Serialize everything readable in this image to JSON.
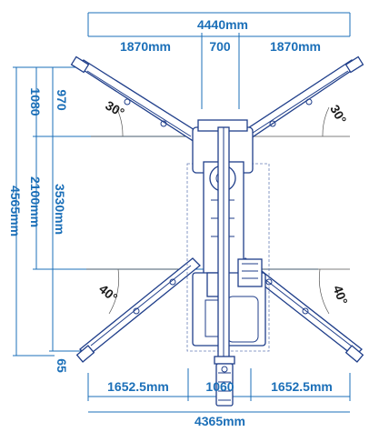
{
  "dimensions": {
    "top_total": "4440mm",
    "top_left": "1870mm",
    "top_center": "700",
    "top_right": "1870mm",
    "left_total": "4565mm",
    "left_mid_total": "3530mm",
    "left_upper": "1080",
    "left_upper_small": "970",
    "left_middle": "2100mm",
    "left_lower_small": "65",
    "bottom_total": "4365mm",
    "bottom_left": "1652.5mm",
    "bottom_center": "1060",
    "bottom_right": "1652.5mm"
  },
  "angles": {
    "upper_left": "30°",
    "upper_right": "30°",
    "lower_left": "40°",
    "lower_right": "40°"
  },
  "colors": {
    "dimension_text": "#1b6fb8",
    "machine_lines": "#1f3e8a",
    "angle_text": "#1a1a1a"
  }
}
